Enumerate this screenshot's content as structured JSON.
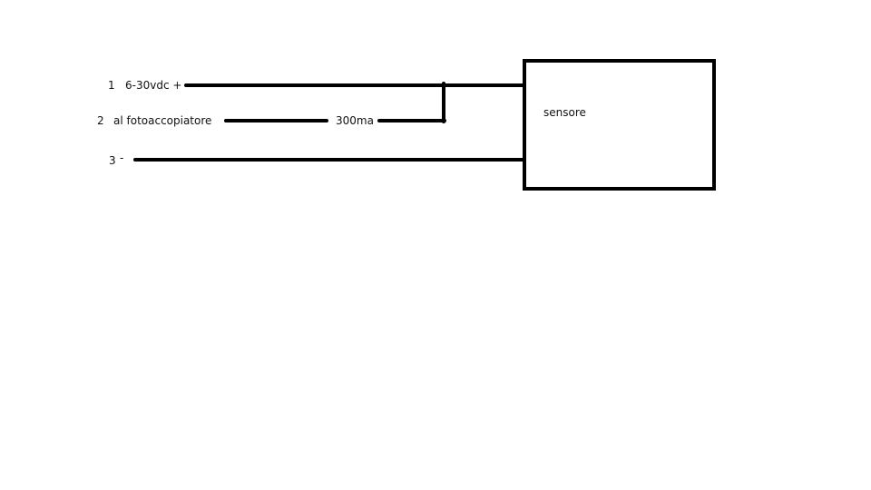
{
  "diagram": {
    "pins": [
      {
        "number": "1",
        "label": "6-30vdc +"
      },
      {
        "number": "2",
        "label": "al fotoaccopiatore"
      },
      {
        "number": "3",
        "label": "-"
      }
    ],
    "wire_label": "300ma",
    "box_label": "sensore"
  }
}
